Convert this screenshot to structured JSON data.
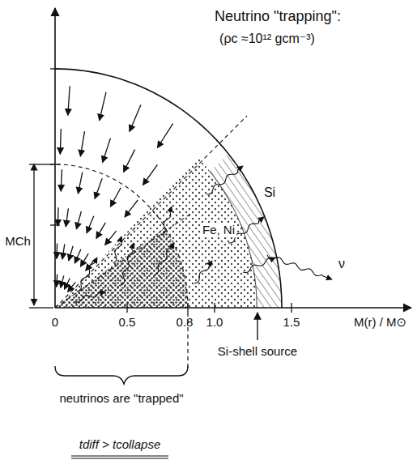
{
  "diagram": {
    "title": "Neutrino \"trapping\":",
    "labels": [
      "(ρc ≈10¹² gcm⁻³)",
      "MCh",
      "0",
      "0.5",
      "0.8",
      "1.0",
      "1.5",
      "M(r) / M⊙",
      "Si",
      "Fe, Ni",
      "ν",
      "Si-shell source",
      "neutrinos are \"trapped\"",
      "tdiff > tcollapse"
    ]
  }
}
